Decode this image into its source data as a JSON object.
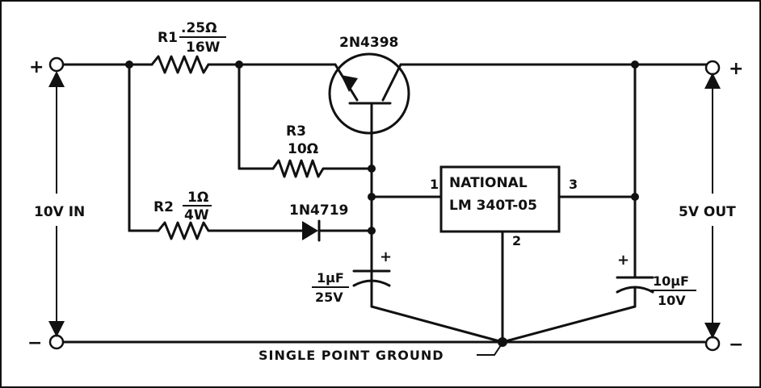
{
  "colors": {
    "ink": "#111111",
    "background": "#ffffff"
  },
  "input": {
    "plus": "+",
    "minus": "−",
    "label": "10V IN"
  },
  "output": {
    "plus": "+",
    "minus": "−",
    "label": "5V OUT"
  },
  "r1": {
    "name": "R1",
    "value": ".25Ω",
    "power": "16W"
  },
  "r2": {
    "name": "R2",
    "value": "1Ω",
    "power": "4W"
  },
  "r3": {
    "name": "R3",
    "value": "10Ω"
  },
  "transistor": {
    "name": "2N4398"
  },
  "diode": {
    "name": "1N4719"
  },
  "regulator": {
    "line1": "NATIONAL",
    "line2": "LM 340T-05",
    "pin1": "1",
    "pin2": "2",
    "pin3": "3"
  },
  "c_in": {
    "plus": "+",
    "value": "1μF",
    "voltage": "25V"
  },
  "c_out": {
    "plus": "+",
    "value": "10μF",
    "voltage": "10V"
  },
  "ground": {
    "label": "SINGLE POINT GROUND"
  }
}
